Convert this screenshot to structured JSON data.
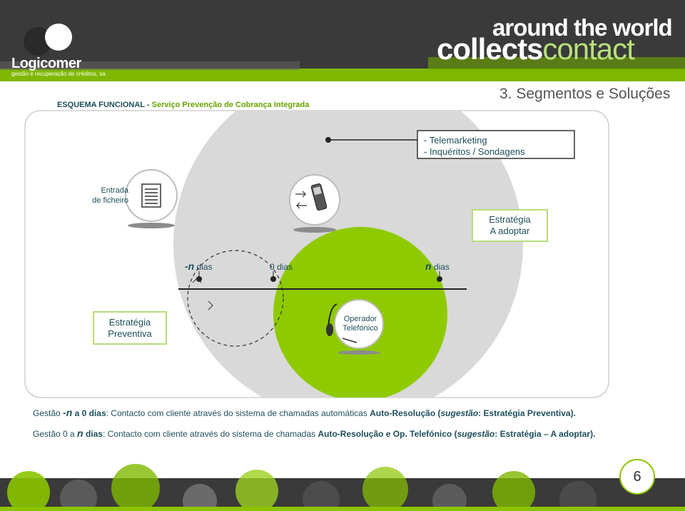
{
  "header": {
    "logo_name": "Logicomer",
    "logo_tagline": "gestão e recuperação de créditos, sa",
    "slogan_line1": "around the world",
    "slogan_line2": "collects",
    "slogan_line2_accent": "contact",
    "colors": {
      "green": "#8bc400",
      "dark": "#3c3c3c",
      "teal": "#1e4e5c"
    }
  },
  "titlebar": {
    "left_prefix": "ESQUEMA FUNCIONAL - ",
    "left_service": "Serviço Prevenção de Cobrança Integrada",
    "right_title": "3. Segmentos e Soluções"
  },
  "diagram": {
    "telemarketing_line1": "- Telemarketing",
    "telemarketing_line2": "- Inquéritos / Sondagens",
    "entrada_line1": "Entrada",
    "entrada_line2": "de ficheiro",
    "adoptar_line1": "Estratégia",
    "adoptar_line2": "A adoptar",
    "preventiva_line1": "Estratégia",
    "preventiva_line2": "Preventiva",
    "operador_line1": "Operador",
    "operador_line2": "Telefónico",
    "timeline": {
      "minus_n_var": "-n",
      "minus_n_unit": " dias",
      "zero": "0 dias",
      "n_var": "n",
      "n_unit": " dias"
    },
    "icons": [
      "document-icon",
      "mobile-phone-icon",
      "transfer-arrows-icon",
      "headset-icon"
    ]
  },
  "notes": {
    "line1": {
      "a": "Gestão ",
      "b": "-n",
      "c": " a 0 dias",
      "d": ": Contacto com cliente através do sistema de chamadas automáticas ",
      "e": "Auto-Resolução (",
      "f": "sugestão",
      "g": ": Estratégia ",
      "h": "Preventiva",
      "i": ")."
    },
    "line2": {
      "a": "Gestão 0 a ",
      "b": "n",
      "c": " dias",
      "d": ": Contacto com cliente através do sistema de chamadas ",
      "e": "Auto-Resolução e Op. Telefónico (",
      "f": "sugestão",
      "g": ": Estratégia – ",
      "h": "A adoptar",
      "i": ")."
    }
  },
  "footer": {
    "page_number": "6"
  }
}
